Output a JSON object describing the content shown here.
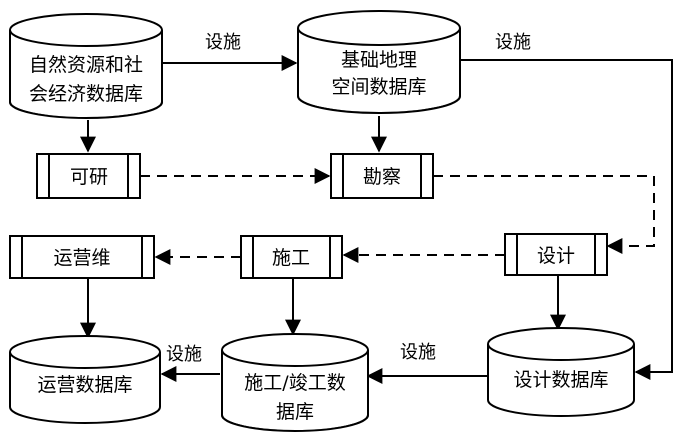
{
  "databases": {
    "nat_res": {
      "line1": "自然资源和社",
      "line2": "会经济数据库"
    },
    "geo_base": {
      "line1": "基础地理",
      "line2": "空间数据库"
    },
    "design_db": {
      "label": "设计数据库"
    },
    "construction_db": {
      "line1": "施工/竣工数",
      "line2": "据库"
    },
    "operation_db": {
      "label": "运营数据库"
    }
  },
  "processes": {
    "feasibility": "可研",
    "survey": "勘察",
    "design": "设计",
    "construction": "施工",
    "operation": "运营维"
  },
  "edge_labels": {
    "natres_to_geo": "设施",
    "geo_to_design": "设施",
    "design_to_construction": "设施",
    "construction_to_operation": "设施"
  }
}
